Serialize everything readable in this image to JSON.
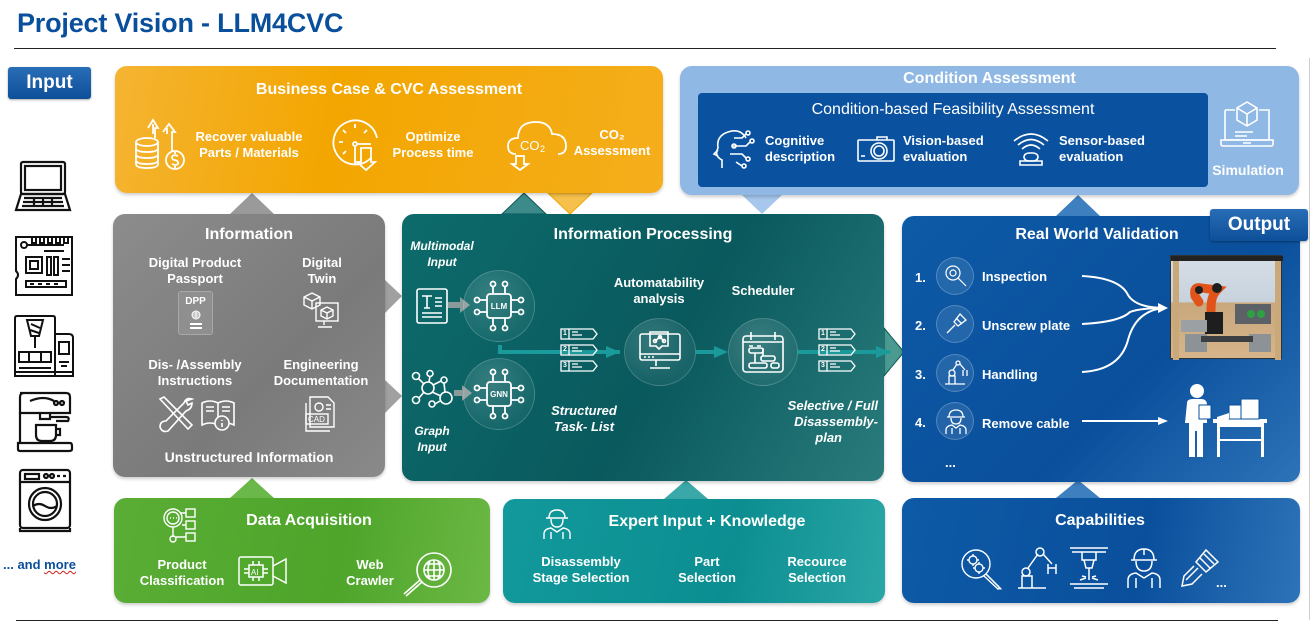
{
  "header": {
    "title": "Project Vision - LLM4CVC"
  },
  "tags": {
    "input": "Input",
    "output": "Output"
  },
  "input_products": {
    "icons": [
      "laptop-icon",
      "circuit-board-icon",
      "cnc-machine-icon",
      "coffee-machine-icon",
      "washing-machine-icon"
    ],
    "more_prefix": "... and ",
    "more_word": "more"
  },
  "business_case": {
    "title": "Business Case & CVC Assessment",
    "items": [
      {
        "icon": "coins-growth-icon",
        "line1": "Recover valuable",
        "line2": "Parts / Materials"
      },
      {
        "icon": "clock-down-icon",
        "line1": "Optimize",
        "line2": "Process time"
      },
      {
        "icon": "co2-cloud-icon",
        "line1": "CO₂",
        "line2": "Assessment"
      }
    ]
  },
  "condition_assessment": {
    "title": "Condition Assessment",
    "inner_title": "Condition-based Feasibility Assessment",
    "items": [
      {
        "icon": "ai-head-icon",
        "line1": "Cognitive",
        "line2": "description"
      },
      {
        "icon": "camera-icon",
        "line1": "Vision-based",
        "line2": "evaluation"
      },
      {
        "icon": "sensor-icon",
        "line1": "Sensor-based",
        "line2": "evaluation"
      }
    ],
    "simulation": {
      "icon": "laptop-cube-icon",
      "label": "Simulation"
    }
  },
  "information": {
    "title": "Information",
    "items": [
      {
        "icon": "dpp-icon",
        "line1": "Digital Product",
        "line2": "Passport",
        "badge": "DPP"
      },
      {
        "icon": "digital-twin-icon",
        "line1": "Digital",
        "line2": "Twin"
      },
      {
        "icon": "tools-manual-icon",
        "line1": "Dis- /Assembly",
        "line2": "Instructions"
      },
      {
        "icon": "cad-document-icon",
        "line1": "Engineering",
        "line2": "Documentation",
        "badge": "CAD"
      }
    ],
    "footer": "Unstructured Information"
  },
  "processing": {
    "title": "Information Processing",
    "multimodal": {
      "line1": "Multimodal",
      "line2": "Input"
    },
    "graph": {
      "line1": "Graph",
      "line2": "Input"
    },
    "llm_label": "LLM",
    "gnn_label": "GNN",
    "structured": {
      "line1": "Structured",
      "line2": "Task- List"
    },
    "automatability": {
      "line1": "Automatability",
      "line2": "analysis"
    },
    "scheduler": "Scheduler",
    "plan": {
      "line1": "Selective / Full",
      "line2": "Disassembly-",
      "line3": "plan"
    },
    "list_numbers": [
      "1",
      "2",
      "3"
    ]
  },
  "validation": {
    "title": "Real World Validation",
    "steps": [
      {
        "num": "1.",
        "icon": "inspection-icon",
        "label": "Inspection"
      },
      {
        "num": "2.",
        "icon": "screwdriver-icon",
        "label": "Unscrew plate"
      },
      {
        "num": "3.",
        "icon": "robot-arm-icon",
        "label": "Handling"
      },
      {
        "num": "4.",
        "icon": "worker-icon",
        "label": "Remove cable"
      }
    ],
    "ellipsis": "...",
    "robot_cell_image": "robot-cell-photo",
    "human_station_icon": "human-workstation-icon"
  },
  "data_acquisition": {
    "title": "Data Acquisition",
    "items": [
      {
        "icon": "ai-camera-icon",
        "line1": "Product",
        "line2": "Classification"
      },
      {
        "icon": "web-search-icon",
        "line1": "Web",
        "line2": "Crawler"
      }
    ]
  },
  "expert": {
    "title": "Expert Input + Knowledge",
    "items": [
      {
        "line1": "Disassembly",
        "line2": "Stage Selection"
      },
      {
        "line1": "Part",
        "line2": "Selection"
      },
      {
        "line1": "Recource",
        "line2": "Selection"
      }
    ]
  },
  "capabilities": {
    "title": "Capabilities",
    "icons": [
      "gear-inspection-icon",
      "robot-arm-icon",
      "laser-cutter-icon",
      "worker-icon",
      "screwdriver-icon"
    ],
    "ellipsis": "..."
  },
  "colors": {
    "brand_blue": "#0a4f9c",
    "business_orange": "#f3a600",
    "condition_light_blue": "#8fb8e4",
    "information_gray": "#808080",
    "processing_teal": "#09595d",
    "acquisition_green": "#4ea52a",
    "expert_teal": "#0c8e91"
  }
}
